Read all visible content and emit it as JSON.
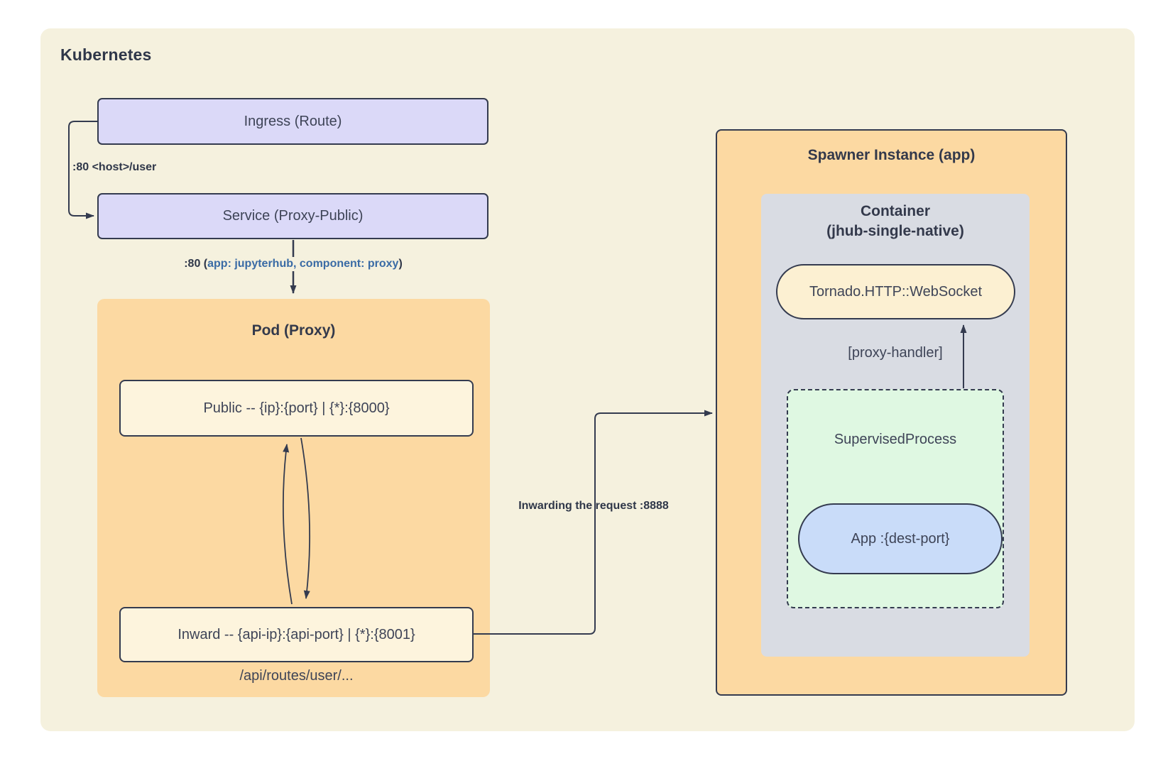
{
  "diagram": {
    "title": "Kubernetes",
    "colors": {
      "canvas_bg": "#f5f1de",
      "node_lavender": "#dbd9f8",
      "node_orange": "#fcd9a2",
      "node_cream": "#fdf4dd",
      "node_cream_warm": "#fcf0d2",
      "node_gray": "#d9dce3",
      "node_green": "#dff8e2",
      "node_blue": "#c9dcf9",
      "stroke_dark": "#343b4f",
      "edge_label_blue": "#3a6ba5"
    },
    "nodes": {
      "ingress": {
        "label": "Ingress (Route)"
      },
      "service": {
        "label": "Service (Proxy-Public)"
      },
      "pod": {
        "title": "Pod (Proxy)",
        "public_label": "Public -- {ip}:{port} | {*}:{8000}",
        "inward_label": "Inward -- {api-ip}:{api-port} | {*}:{8001}",
        "routes_note": "/api/routes/user/..."
      },
      "spawner": {
        "title": "Spawner Instance (app)",
        "container_line1": "Container",
        "container_line2": "(jhub-single-native)",
        "tornado_label": "Tornado.HTTP::WebSocket",
        "proxy_handler_label": "[proxy-handler]",
        "supervised_label": "SupervisedProcess",
        "app_label": "App :{dest-port}"
      }
    },
    "edges": {
      "ingress_to_service_label": ":80 <host>/user",
      "service_to_pod_prefix": ":80 (",
      "service_to_pod_selector": "app: jupyterhub, component: proxy",
      "service_to_pod_suffix": ")",
      "inward_to_spawner_label": "Inwarding the request :8888"
    }
  }
}
